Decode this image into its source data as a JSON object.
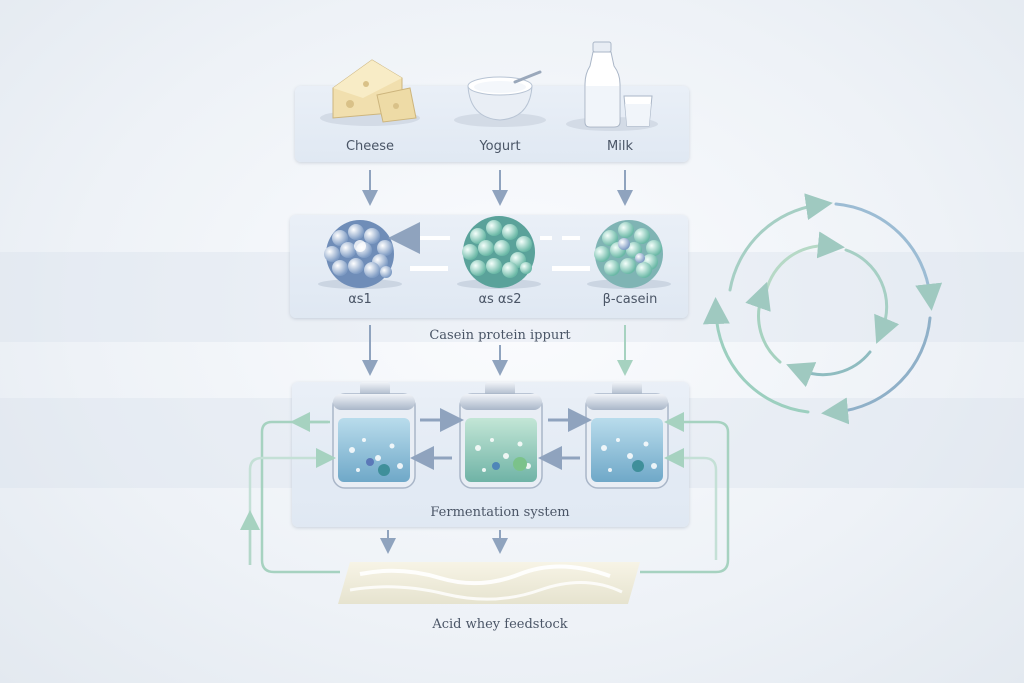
{
  "sources": {
    "cheese": "Cheese",
    "yogurt": "Yogurt",
    "milk": "Milk"
  },
  "caseins": {
    "as1": "αs1",
    "as2": "αs αs2",
    "beta": "β-casein",
    "caption": "Casein protein ippurt"
  },
  "fermentation": {
    "caption": "Fermentation system"
  },
  "feedstock": {
    "caption": "Acid whey feedstock"
  },
  "colors": {
    "arrow_blue": "#8fa3be",
    "arrow_green": "#a6d2c0",
    "panel": "#e4ebf4",
    "text": "#4a5566"
  }
}
